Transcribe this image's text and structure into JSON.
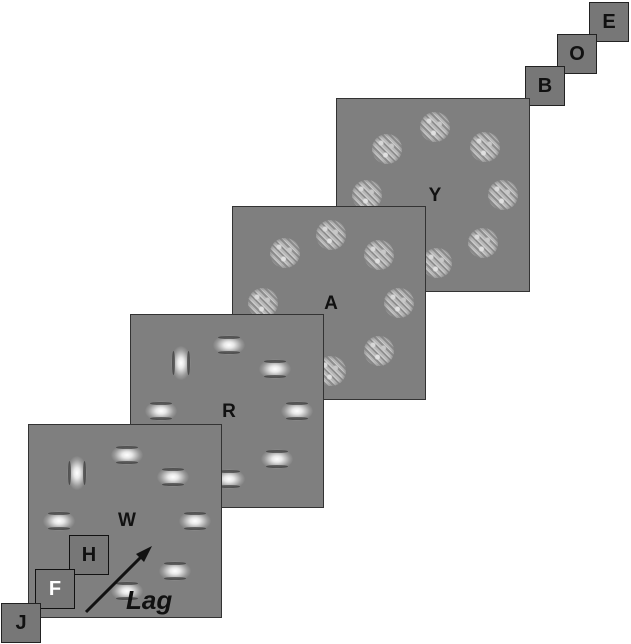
{
  "panels": [
    {
      "letter": "Y",
      "stimulus": "noise-patch"
    },
    {
      "letter": "A",
      "stimulus": "noise-patch"
    },
    {
      "letter": "R",
      "stimulus": "gabor"
    },
    {
      "letter": "W",
      "stimulus": "gabor"
    }
  ],
  "tiles": [
    "E",
    "O",
    "B",
    "H",
    "F",
    "J"
  ],
  "lag_label": "Lag",
  "colors": {
    "panel_gray": "#7f7f7f",
    "tile_gray": "#777777",
    "background": "#ffffff"
  }
}
